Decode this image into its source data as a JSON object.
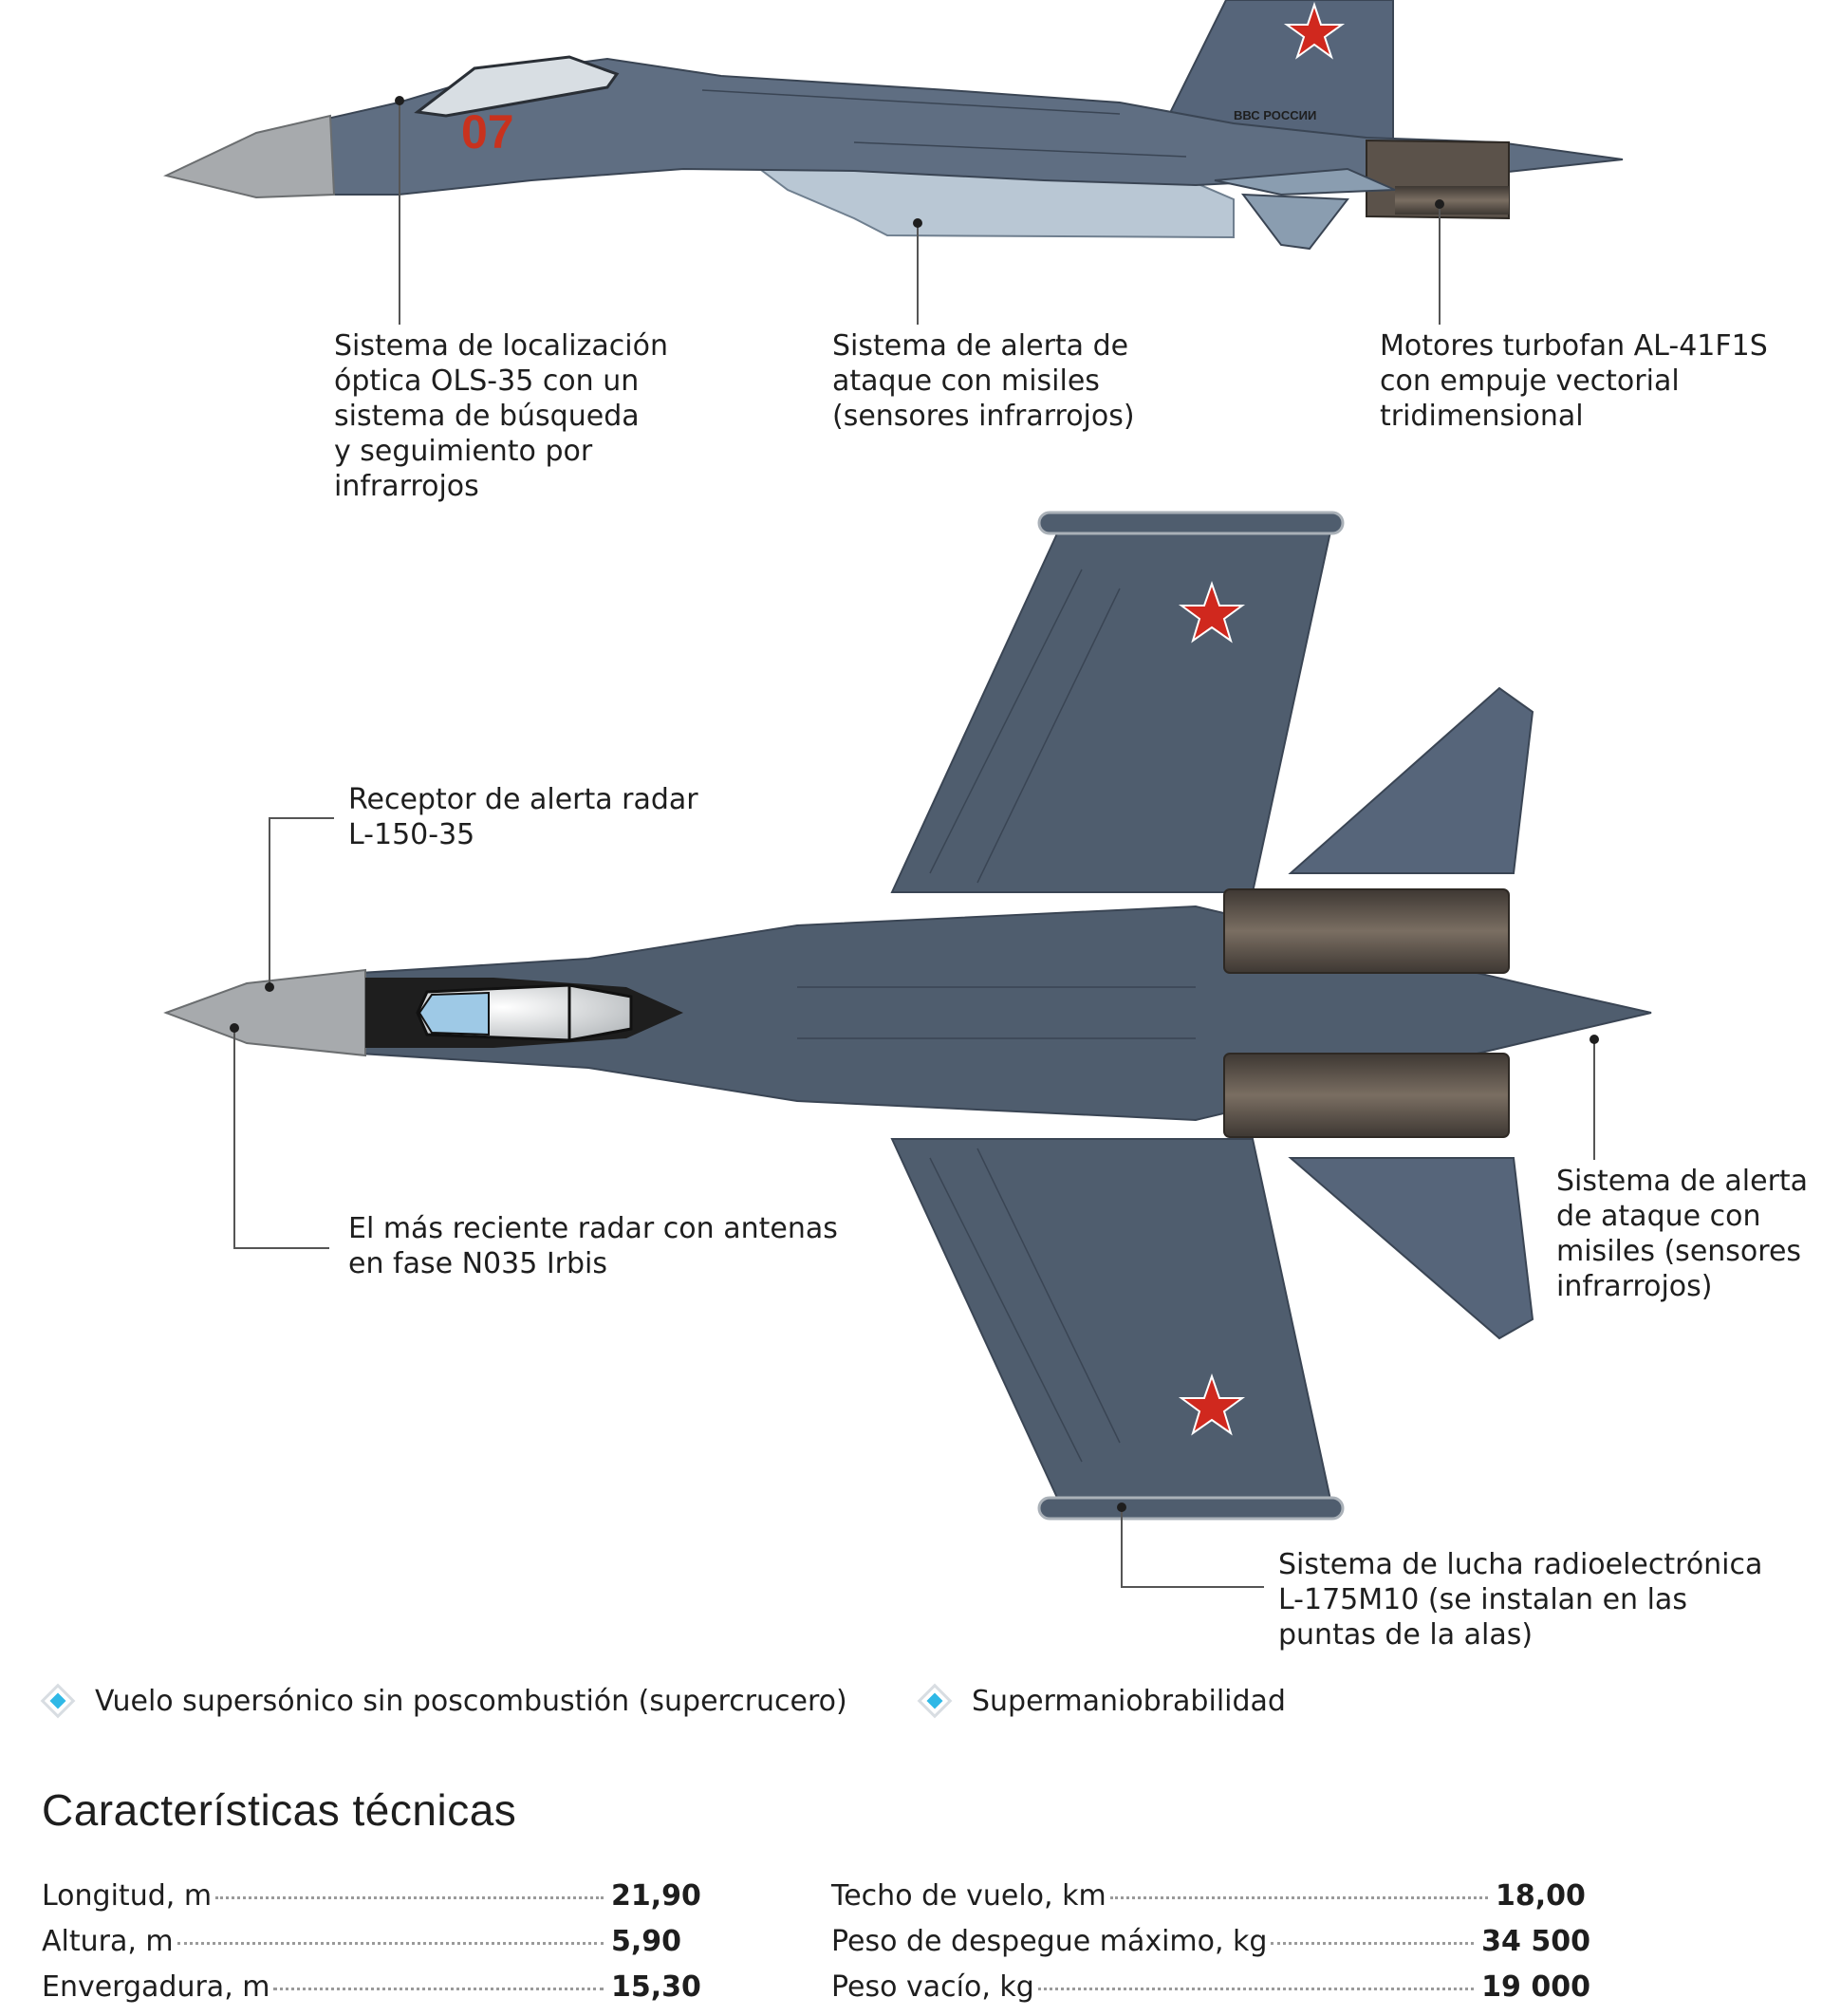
{
  "side_view": {
    "tail_marking": "ВВС РОССИИ",
    "board_number": "07",
    "callouts": [
      {
        "lines": [
          "Sistema de localización",
          "óptica OLS-35 con un",
          "sistema de búsqueda",
          "y seguimiento por",
          "infrarrojos"
        ]
      },
      {
        "lines": [
          "Sistema de alerta de",
          "ataque con misiles",
          "(sensores infrarrojos)"
        ]
      },
      {
        "lines": [
          "Motores turbofan AL-41F1S",
          "con empuje vectorial",
          "tridimensional"
        ]
      }
    ]
  },
  "top_view": {
    "callouts": [
      {
        "lines": [
          "Receptor de alerta radar",
          "L-150-35"
        ]
      },
      {
        "lines": [
          "El más reciente radar con antenas",
          "en fase N035 Irbis"
        ]
      },
      {
        "lines": [
          "Sistema de alerta",
          "de ataque con",
          "misiles (sensores",
          "infrarrojos)"
        ]
      },
      {
        "lines": [
          "Sistema de lucha radioelectrónica",
          "L-175M10 (se instalan en las",
          "puntas de la alas)"
        ]
      }
    ]
  },
  "features": [
    {
      "label": "Vuelo supersónico sin poscombustión (supercrucero)",
      "icon": "diamond-icon"
    },
    {
      "label": "Supermaniobrabilidad",
      "icon": "diamond-icon"
    }
  ],
  "specs": {
    "title": "Características técnicas",
    "left": [
      {
        "label": "Longitud, m",
        "value": "21,90"
      },
      {
        "label": "Altura, m",
        "value": "5,90"
      },
      {
        "label": "Envergadura, m",
        "value": "15,30"
      }
    ],
    "right": [
      {
        "label": "Techo de vuelo, km",
        "value": "18,00"
      },
      {
        "label": "Peso de despegue máximo, kg",
        "value": "34 500"
      },
      {
        "label": "Peso vacío, kg",
        "value": "19 000"
      }
    ]
  },
  "colors": {
    "fuselage": "#4f5d6e",
    "fuselage_light": "#8a9db0",
    "belly": "#b7c6d3",
    "nose": "#a7aaad",
    "star": "#d0281e",
    "engine": "#5b524a",
    "accent": "#2fb8e6"
  }
}
